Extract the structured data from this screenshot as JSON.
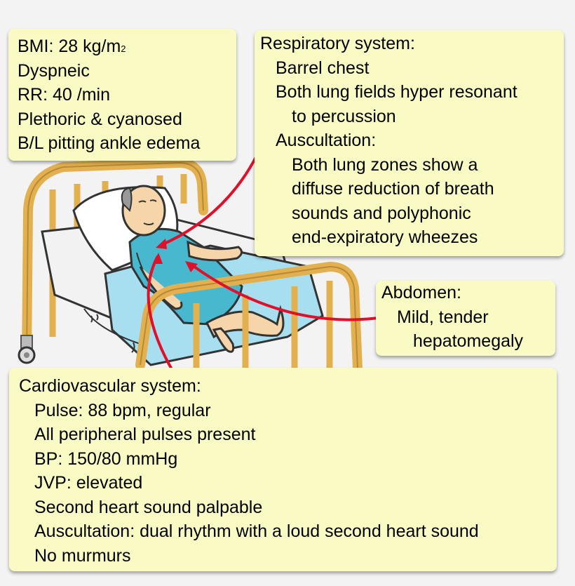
{
  "general": {
    "bmi_label": "BMI: 28 kg/m",
    "bmi_sup": "2",
    "lines": [
      "Dyspneic",
      "RR: 40 /min",
      "Plethoric & cyanosed",
      "B/L pitting ankle edema"
    ]
  },
  "respiratory": {
    "title": "Respiratory system:",
    "barrel": "Barrel chest",
    "percussion_1": "Both lung fields hyper resonant",
    "percussion_2": "to percussion",
    "auscultation_title": "Auscultation:",
    "auscultation_lines": [
      "Both lung zones show a",
      "diffuse reduction of breath",
      "sounds and polyphonic",
      "end-expiratory wheezes"
    ]
  },
  "abdomen": {
    "title": "Abdomen:",
    "line1": "Mild, tender",
    "line2": "hepatomegaly"
  },
  "cardiovascular": {
    "title": "Cardiovascular system:",
    "lines": [
      "Pulse: 88 bpm, regular",
      "All peripheral pulses present",
      "BP: 150/80 mmHg",
      "JVP: elevated",
      "Second heart sound palpable",
      "Auscultation: dual rhythm with a loud second heart sound",
      "No murmurs"
    ]
  },
  "colors": {
    "callout_bg": "#fafac4",
    "arrow": "#e0102a",
    "bed_frame": "#e3b04f",
    "sheet": "#a8dff0",
    "gown": "#48b8cf",
    "skin": "#f6d5aa"
  }
}
